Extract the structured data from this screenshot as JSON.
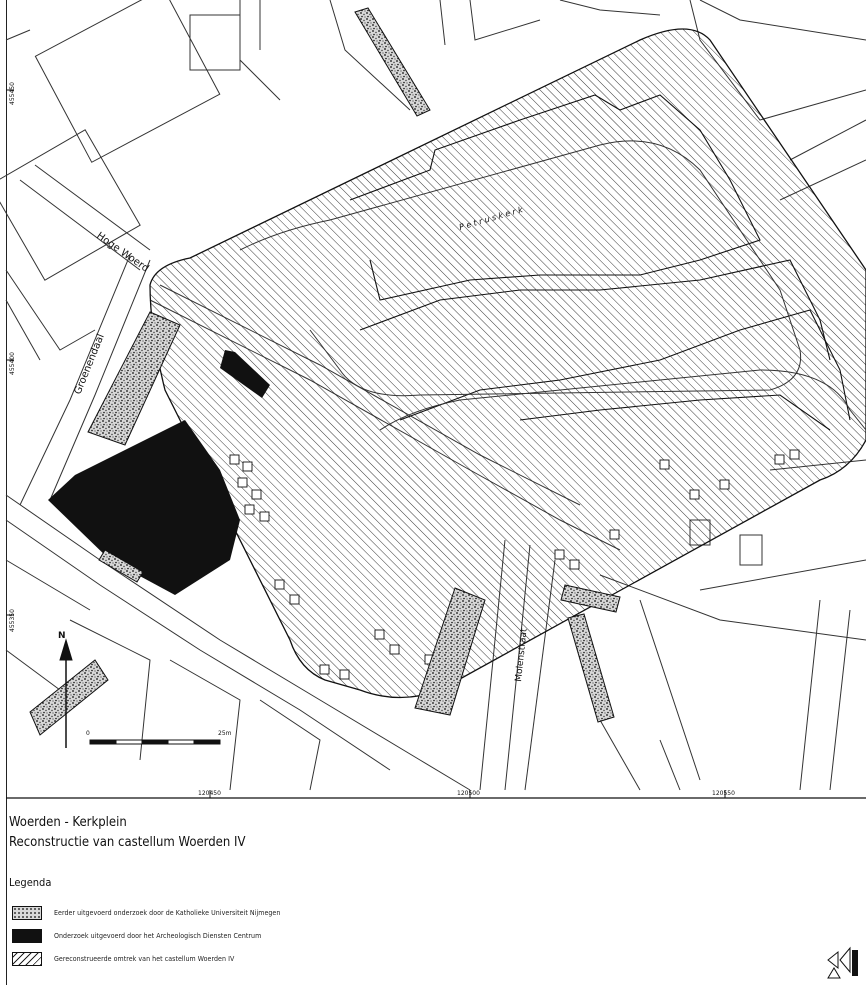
{
  "map": {
    "street_labels": {
      "hoge_woerd": "Hoge Woerd",
      "groenendaal": "Groenendaal",
      "molenstraat": "Molenstraat",
      "petruskerk": "P e t r u s k e r k"
    },
    "grid_labels": {
      "y_455450": "455450",
      "y_455400": "455400",
      "y_455350": "455350",
      "x_120450": "120450",
      "x_120500": "120500",
      "x_120550": "120550"
    },
    "north_label": "N",
    "scale": {
      "zero": "0",
      "end": "25m"
    }
  },
  "title": {
    "line1": "Woerden - Kerkplein",
    "line2": "Reconstructie van castellum Woerden IV"
  },
  "legend": {
    "heading": "Legenda",
    "items": [
      {
        "id": "kun",
        "text": "Eerder uitgevoerd onderzoek door de Katholieke Universiteit Nijmegen"
      },
      {
        "id": "adc",
        "text": "Onderzoek uitgevoerd door het Archeologisch Diensten Centrum"
      },
      {
        "id": "castellum",
        "text": "Gereconstrueerde omtrek van het castellum Woerden IV"
      }
    ]
  },
  "colors": {
    "ink": "#111111",
    "stipple_bg": "#cfcfcf",
    "hatch": "#222222"
  }
}
